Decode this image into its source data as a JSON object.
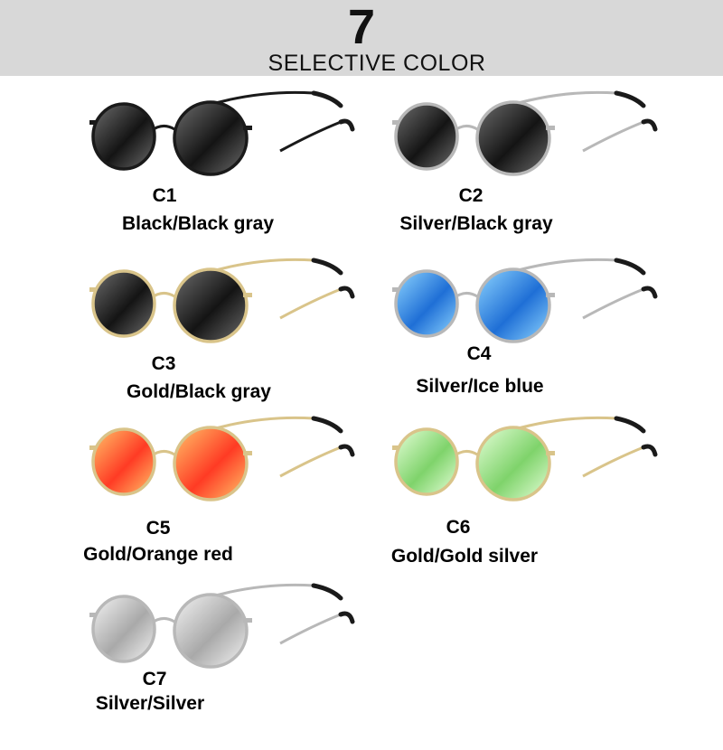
{
  "header": {
    "number": "7",
    "title": "SELECTIVE COLOR"
  },
  "variants": [
    {
      "code": "C1",
      "name": "Black/Black gray",
      "frame_color": "#1a1a1a",
      "lens_color_light": "#6e6e6e",
      "lens_color_dark": "#141414"
    },
    {
      "code": "C2",
      "name": "Silver/Black gray",
      "frame_color": "#b8b8b8",
      "lens_color_light": "#6e6e6e",
      "lens_color_dark": "#141414"
    },
    {
      "code": "C3",
      "name": "Gold/Black gray",
      "frame_color": "#d9c48a",
      "lens_color_light": "#6e6e6e",
      "lens_color_dark": "#141414"
    },
    {
      "code": "C4",
      "name": "Silver/Ice blue",
      "frame_color": "#b8b8b8",
      "lens_color_light": "#8fd6ff",
      "lens_color_dark": "#1f6fd6"
    },
    {
      "code": "C5",
      "name": "Gold/Orange red",
      "frame_color": "#d9c48a",
      "lens_color_light": "#ffc56a",
      "lens_color_dark": "#ff3b24"
    },
    {
      "code": "C6",
      "name": "Gold/Gold silver",
      "frame_color": "#d9c48a",
      "lens_color_light": "#e6ffd9",
      "lens_color_dark": "#7fd36b"
    },
    {
      "code": "C7",
      "name": "Silver/Silver",
      "frame_color": "#b8b8b8",
      "lens_color_light": "#f4f4f4",
      "lens_color_dark": "#a9a9a9"
    }
  ]
}
